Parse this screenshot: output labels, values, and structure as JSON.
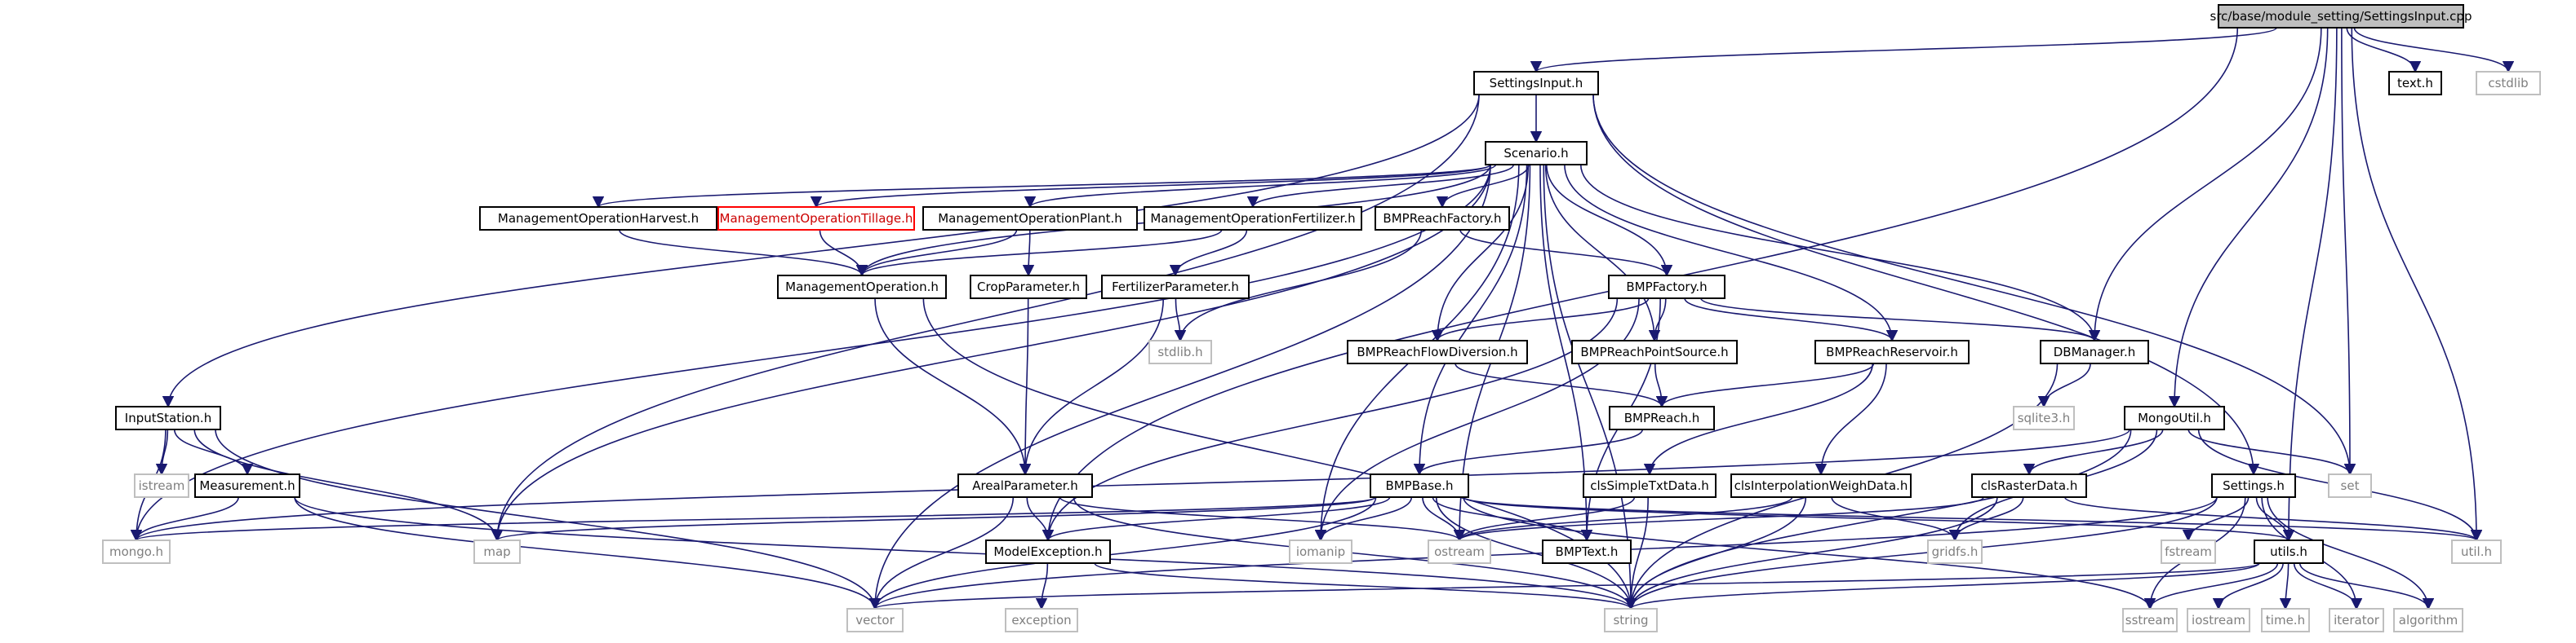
{
  "colors": {
    "edge": "#191970",
    "root_fill": "#bfbfbf",
    "normal_border": "#000000",
    "external_border": "#bfbfbf",
    "external_text": "#7f7f7f",
    "highlight_border": "#ff0000",
    "highlight_text": "#cc0000"
  },
  "nodes": [
    {
      "id": "settingsinput_cpp",
      "label": "src/base/module_setting/SettingsInput.cpp",
      "kind": "root"
    },
    {
      "id": "settingsinput_h",
      "label": "SettingsInput.h",
      "kind": "normal"
    },
    {
      "id": "text_h",
      "label": "text.h",
      "kind": "normal"
    },
    {
      "id": "cstdlib",
      "label": "cstdlib",
      "kind": "external"
    },
    {
      "id": "scenario_h",
      "label": "Scenario.h",
      "kind": "normal"
    },
    {
      "id": "mgmt_harvest",
      "label": "ManagementOperationHarvest.h",
      "kind": "normal"
    },
    {
      "id": "mgmt_tillage",
      "label": "ManagementOperationTillage.h",
      "kind": "highlight"
    },
    {
      "id": "mgmt_plant",
      "label": "ManagementOperationPlant.h",
      "kind": "normal"
    },
    {
      "id": "mgmt_fert",
      "label": "ManagementOperationFertilizer.h",
      "kind": "normal"
    },
    {
      "id": "bmp_reach_factory",
      "label": "BMPReachFactory.h",
      "kind": "normal"
    },
    {
      "id": "mgmt_op",
      "label": "ManagementOperation.h",
      "kind": "normal"
    },
    {
      "id": "crop_param",
      "label": "CropParameter.h",
      "kind": "normal"
    },
    {
      "id": "fert_param",
      "label": "FertilizerParameter.h",
      "kind": "normal"
    },
    {
      "id": "bmp_factory",
      "label": "BMPFactory.h",
      "kind": "normal"
    },
    {
      "id": "stdlib_h",
      "label": "stdlib.h",
      "kind": "external"
    },
    {
      "id": "bmp_flow_div",
      "label": "BMPReachFlowDiversion.h",
      "kind": "normal"
    },
    {
      "id": "bmp_point_src",
      "label": "BMPReachPointSource.h",
      "kind": "normal"
    },
    {
      "id": "bmp_reservoir",
      "label": "BMPReachReservoir.h",
      "kind": "normal"
    },
    {
      "id": "dbmanager",
      "label": "DBManager.h",
      "kind": "normal"
    },
    {
      "id": "sqlite3",
      "label": "sqlite3.h",
      "kind": "external"
    },
    {
      "id": "bmp_reach",
      "label": "BMPReach.h",
      "kind": "normal"
    },
    {
      "id": "mongoutil",
      "label": "MongoUtil.h",
      "kind": "normal"
    },
    {
      "id": "inputstation",
      "label": "InputStation.h",
      "kind": "normal"
    },
    {
      "id": "istream",
      "label": "istream",
      "kind": "external"
    },
    {
      "id": "measurement",
      "label": "Measurement.h",
      "kind": "normal"
    },
    {
      "id": "areal_param",
      "label": "ArealParameter.h",
      "kind": "normal"
    },
    {
      "id": "bmpbase",
      "label": "BMPBase.h",
      "kind": "normal"
    },
    {
      "id": "clssimpletxt",
      "label": "clsSimpleTxtData.h",
      "kind": "normal"
    },
    {
      "id": "clsinterp",
      "label": "clsInterpolationWeighData.h",
      "kind": "normal"
    },
    {
      "id": "clsraster",
      "label": "clsRasterData.h",
      "kind": "normal"
    },
    {
      "id": "settings_h",
      "label": "Settings.h",
      "kind": "normal"
    },
    {
      "id": "set",
      "label": "set",
      "kind": "external"
    },
    {
      "id": "mongo_h",
      "label": "mongo.h",
      "kind": "external"
    },
    {
      "id": "map",
      "label": "map",
      "kind": "external"
    },
    {
      "id": "modelexception",
      "label": "ModelException.h",
      "kind": "normal"
    },
    {
      "id": "iomanip",
      "label": "iomanip",
      "kind": "external"
    },
    {
      "id": "ostream",
      "label": "ostream",
      "kind": "external"
    },
    {
      "id": "bmptext",
      "label": "BMPText.h",
      "kind": "normal"
    },
    {
      "id": "gridfs",
      "label": "gridfs.h",
      "kind": "external"
    },
    {
      "id": "fstream",
      "label": "fstream",
      "kind": "external"
    },
    {
      "id": "utils_h",
      "label": "utils.h",
      "kind": "normal"
    },
    {
      "id": "util_h",
      "label": "util.h",
      "kind": "external"
    },
    {
      "id": "vector",
      "label": "vector",
      "kind": "external"
    },
    {
      "id": "exception",
      "label": "exception",
      "kind": "external"
    },
    {
      "id": "string",
      "label": "string",
      "kind": "external"
    },
    {
      "id": "sstream",
      "label": "sstream",
      "kind": "external"
    },
    {
      "id": "iostream",
      "label": "iostream",
      "kind": "external"
    },
    {
      "id": "time_h",
      "label": "time.h",
      "kind": "external"
    },
    {
      "id": "iterator",
      "label": "iterator",
      "kind": "external"
    },
    {
      "id": "algorithm",
      "label": "algorithm",
      "kind": "external"
    }
  ],
  "edges": [
    [
      "settingsinput_cpp",
      "settingsinput_h"
    ],
    [
      "settingsinput_cpp",
      "text_h"
    ],
    [
      "settingsinput_cpp",
      "cstdlib"
    ],
    [
      "settingsinput_cpp",
      "dbmanager"
    ],
    [
      "settingsinput_cpp",
      "mongoutil"
    ],
    [
      "settingsinput_cpp",
      "set"
    ],
    [
      "settingsinput_cpp",
      "utils_h"
    ],
    [
      "settingsinput_cpp",
      "util_h"
    ],
    [
      "settingsinput_cpp",
      "modelexception"
    ],
    [
      "settingsinput_h",
      "scenario_h"
    ],
    [
      "settingsinput_h",
      "inputstation"
    ],
    [
      "settingsinput_h",
      "settings_h"
    ],
    [
      "settingsinput_h",
      "map"
    ],
    [
      "settingsinput_h",
      "set"
    ],
    [
      "scenario_h",
      "mgmt_harvest"
    ],
    [
      "scenario_h",
      "mgmt_tillage"
    ],
    [
      "scenario_h",
      "mgmt_plant"
    ],
    [
      "scenario_h",
      "mgmt_fert"
    ],
    [
      "scenario_h",
      "bmp_reach_factory"
    ],
    [
      "scenario_h",
      "mgmt_op"
    ],
    [
      "scenario_h",
      "bmp_factory"
    ],
    [
      "scenario_h",
      "bmp_flow_div"
    ],
    [
      "scenario_h",
      "bmp_point_src"
    ],
    [
      "scenario_h",
      "bmp_reservoir"
    ],
    [
      "scenario_h",
      "dbmanager"
    ],
    [
      "scenario_h",
      "bmpbase"
    ],
    [
      "scenario_h",
      "mongo_h"
    ],
    [
      "scenario_h",
      "map"
    ],
    [
      "scenario_h",
      "vector"
    ],
    [
      "scenario_h",
      "string"
    ],
    [
      "scenario_h",
      "iomanip"
    ],
    [
      "scenario_h",
      "ostream"
    ],
    [
      "scenario_h",
      "bmptext"
    ],
    [
      "mgmt_harvest",
      "mgmt_op"
    ],
    [
      "mgmt_tillage",
      "mgmt_op"
    ],
    [
      "mgmt_plant",
      "mgmt_op"
    ],
    [
      "mgmt_plant",
      "crop_param"
    ],
    [
      "mgmt_fert",
      "mgmt_op"
    ],
    [
      "mgmt_fert",
      "fert_param"
    ],
    [
      "bmp_reach_factory",
      "bmp_factory"
    ],
    [
      "bmp_reach_factory",
      "stdlib_h"
    ],
    [
      "mgmt_op",
      "areal_param"
    ],
    [
      "mgmt_op",
      "string"
    ],
    [
      "crop_param",
      "areal_param"
    ],
    [
      "fert_param",
      "areal_param"
    ],
    [
      "fert_param",
      "stdlib_h"
    ],
    [
      "bmp_factory",
      "bmp_flow_div"
    ],
    [
      "bmp_factory",
      "bmp_point_src"
    ],
    [
      "bmp_factory",
      "bmp_reservoir"
    ],
    [
      "bmp_factory",
      "dbmanager"
    ],
    [
      "bmp_factory",
      "modelexception"
    ],
    [
      "bmp_factory",
      "iomanip"
    ],
    [
      "bmp_factory",
      "bmptext"
    ],
    [
      "bmp_flow_div",
      "bmp_reach"
    ],
    [
      "bmp_point_src",
      "bmp_reach"
    ],
    [
      "bmp_reservoir",
      "bmp_reach"
    ],
    [
      "bmp_reservoir",
      "clssimpletxt"
    ],
    [
      "bmp_reservoir",
      "clsinterp"
    ],
    [
      "dbmanager",
      "sqlite3"
    ],
    [
      "dbmanager",
      "string"
    ],
    [
      "bmp_reach",
      "bmpbase"
    ],
    [
      "mongoutil",
      "mongo_h"
    ],
    [
      "mongoutil",
      "clsraster"
    ],
    [
      "mongoutil",
      "gridfs"
    ],
    [
      "mongoutil",
      "set"
    ],
    [
      "mongoutil",
      "util_h"
    ],
    [
      "mongoutil",
      "string"
    ],
    [
      "inputstation",
      "istream"
    ],
    [
      "inputstation",
      "measurement"
    ],
    [
      "inputstation",
      "mongo_h"
    ],
    [
      "inputstation",
      "map"
    ],
    [
      "inputstation",
      "vector"
    ],
    [
      "measurement",
      "mongo_h"
    ],
    [
      "measurement",
      "vector"
    ],
    [
      "measurement",
      "string"
    ],
    [
      "areal_param",
      "modelexception"
    ],
    [
      "areal_param",
      "vector"
    ],
    [
      "areal_param",
      "string"
    ],
    [
      "areal_param",
      "ostream"
    ],
    [
      "bmpbase",
      "map"
    ],
    [
      "bmpbase",
      "modelexception"
    ],
    [
      "bmpbase",
      "iomanip"
    ],
    [
      "bmpbase",
      "ostream"
    ],
    [
      "bmpbase",
      "bmptext"
    ],
    [
      "bmpbase",
      "string"
    ],
    [
      "bmpbase",
      "vector"
    ],
    [
      "bmpbase",
      "sstream"
    ],
    [
      "bmpbase",
      "utils_h"
    ],
    [
      "bmpbase",
      "util_h"
    ],
    [
      "bmpbase",
      "mongo_h"
    ],
    [
      "clssimpletxt",
      "ostream"
    ],
    [
      "clssimpletxt",
      "string"
    ],
    [
      "clsinterp",
      "ostream"
    ],
    [
      "clsinterp",
      "gridfs"
    ],
    [
      "clsinterp",
      "string"
    ],
    [
      "clsraster",
      "ostream"
    ],
    [
      "clsraster",
      "gridfs"
    ],
    [
      "clsraster",
      "string"
    ],
    [
      "clsraster",
      "util_h"
    ],
    [
      "settings_h",
      "fstream"
    ],
    [
      "settings_h",
      "utils_h"
    ],
    [
      "settings_h",
      "string"
    ],
    [
      "settings_h",
      "vector"
    ],
    [
      "settings_h",
      "sstream"
    ],
    [
      "settings_h",
      "iterator"
    ],
    [
      "settings_h",
      "algorithm"
    ],
    [
      "modelexception",
      "exception"
    ],
    [
      "modelexception",
      "string"
    ],
    [
      "utils_h",
      "vector"
    ],
    [
      "utils_h",
      "string"
    ],
    [
      "utils_h",
      "sstream"
    ],
    [
      "utils_h",
      "iostream"
    ],
    [
      "utils_h",
      "time_h"
    ],
    [
      "utils_h",
      "iterator"
    ],
    [
      "utils_h",
      "algorithm"
    ]
  ]
}
